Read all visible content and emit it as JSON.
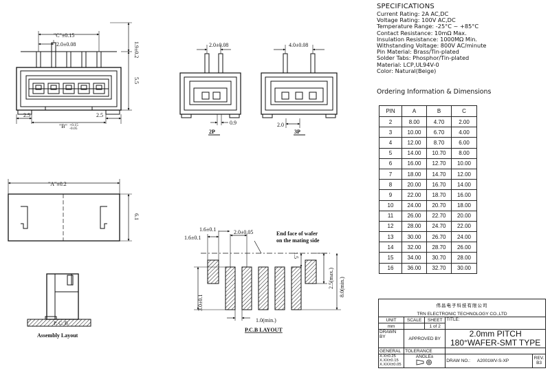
{
  "specifications": {
    "title": "SPECIFICATIONS",
    "lines": [
      "Current Rating: 2A AC,DC",
      "Voltage Rating: 100V AC,DC",
      "Temperature Range: -25°C ~ +85°C",
      "Contact Resistance: 10mΩ Max.",
      "Insulation Resistance: 1000MΩ Min.",
      "Withstanding Voltage: 800V AC/minute",
      "Pin Material: Brass/Tin-plated",
      "Solder Tabs: Phosphor/Tin-plated",
      "Material: LCP,UL94V-0",
      "Color: Natural(Beige)"
    ]
  },
  "ordering": {
    "title": "Ordering Information & Dimensions",
    "headers": [
      "PIN",
      "A",
      "B",
      "C"
    ],
    "rows": [
      [
        "2",
        "8.00",
        "4.70",
        "2.00"
      ],
      [
        "3",
        "10.00",
        "6.70",
        "4.00"
      ],
      [
        "4",
        "12.00",
        "8.70",
        "6.00"
      ],
      [
        "5",
        "14.00",
        "10.70",
        "8.00"
      ],
      [
        "6",
        "16.00",
        "12.70",
        "10.00"
      ],
      [
        "7",
        "18.00",
        "14.70",
        "12.00"
      ],
      [
        "8",
        "20.00",
        "16.70",
        "14.00"
      ],
      [
        "9",
        "22.00",
        "18.70",
        "16.00"
      ],
      [
        "10",
        "24.00",
        "20.70",
        "18.00"
      ],
      [
        "11",
        "26.00",
        "22.70",
        "20.00"
      ],
      [
        "12",
        "28.00",
        "24.70",
        "22.00"
      ],
      [
        "13",
        "30.00",
        "26.70",
        "24.00"
      ],
      [
        "14",
        "32.00",
        "28.70",
        "26.00"
      ],
      [
        "15",
        "34.00",
        "30.70",
        "28.00"
      ],
      [
        "16",
        "36.00",
        "32.70",
        "30.00"
      ]
    ]
  },
  "title_block": {
    "company_cn": "伟昌电子科技有限公司",
    "company_en": "TRN ELECTRONIC TECHNOLOGY CO.,LTD",
    "unit_label": "UNIT",
    "unit_value": "mm",
    "scale_label": "SCALE",
    "sheet_label": "SHEET",
    "sheet_value": "1 of 2",
    "title_label": "TITLE:",
    "title_line1": "2.0mm PITCH",
    "title_line2": "180°WAFER-SMT TYPE",
    "drawn_by": "DRAWN BY",
    "approved_by": "APPROVED BY",
    "general": "GENERAL",
    "tolerance": "TOLERANCE",
    "tol_1": "X.X±0.25",
    "tol_2": "X.XX±0.15",
    "tol_3": "X.XXX±0.05",
    "angle": "ANGLE±",
    "draw_no_label": "DRAW NO.:",
    "draw_no": "A2001WV-S-XP",
    "rev_label": "REV.",
    "rev_value": "B3"
  },
  "dims": {
    "c_dim": "\"C\"±0.15",
    "pitch_top": "2.0±0.08",
    "h_19": "1.9±0.2",
    "h_55": "5.5",
    "w_25a": "2.5",
    "w_25b": "2.5",
    "b_main": "\"B\"",
    "b_tol_plus": "+0.15",
    "b_tol_minus": "-0.05",
    "p2_pitch": "2.0±0.08",
    "p2_09": "0.9",
    "p2_label": "2P",
    "p3_pitch": "4.0±0.08",
    "p3_20": "2.0",
    "p3_label": "3P",
    "a_dim": "\"A\"±0.2",
    "h_61": "6.1",
    "pcb_16a": "1.6±0.1",
    "pcb_16b": "1.6±0.1",
    "pcb_20": "2.0±0.05",
    "pcb_note1": "End face of wafer",
    "pcb_note2": "on the mating side",
    "pcb_15": "1.5",
    "pcb_25": "2.5(max.)",
    "pcb_80": "8.0(min.)",
    "pcb_30": "3.0±0.1",
    "pcb_10": "1.0(min.)",
    "pcb_title": "P.C.B LAYOUT",
    "asm_pcb": "P. C. B",
    "asm_title": "Assembly Layout"
  }
}
